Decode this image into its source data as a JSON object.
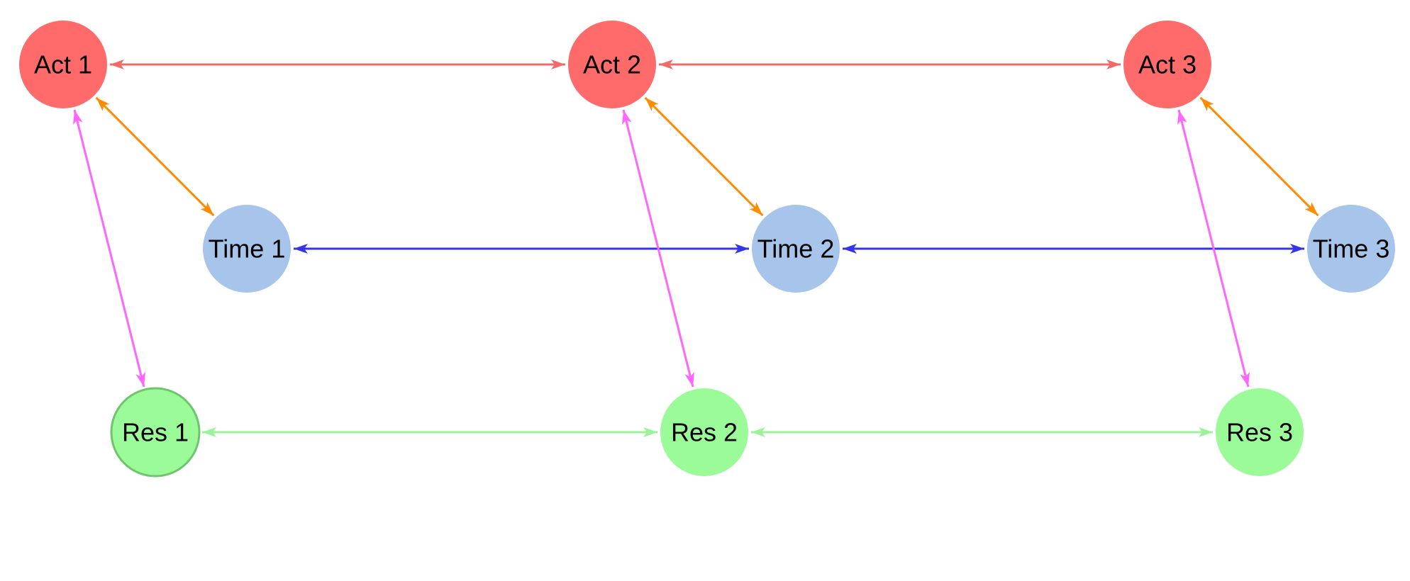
{
  "diagram": {
    "nodes": [
      {
        "id": "act1",
        "label": "Act 1",
        "group": "activity"
      },
      {
        "id": "act2",
        "label": "Act 2",
        "group": "activity"
      },
      {
        "id": "act3",
        "label": "Act 3",
        "group": "activity"
      },
      {
        "id": "time1",
        "label": "Time 1",
        "group": "time"
      },
      {
        "id": "time2",
        "label": "Time 2",
        "group": "time"
      },
      {
        "id": "time3",
        "label": "Time 3",
        "group": "time"
      },
      {
        "id": "res1",
        "label": "Res 1",
        "group": "resource"
      },
      {
        "id": "res2",
        "label": "Res 2",
        "group": "resource"
      },
      {
        "id": "res3",
        "label": "Res 3",
        "group": "resource"
      }
    ],
    "edges": [
      {
        "from": "act1",
        "to": "act2",
        "kind": "act-act"
      },
      {
        "from": "act2",
        "to": "act3",
        "kind": "act-act"
      },
      {
        "from": "time1",
        "to": "time2",
        "kind": "time-time"
      },
      {
        "from": "time2",
        "to": "time3",
        "kind": "time-time"
      },
      {
        "from": "res1",
        "to": "res2",
        "kind": "res-res"
      },
      {
        "from": "res2",
        "to": "res3",
        "kind": "res-res"
      },
      {
        "from": "act1",
        "to": "time1",
        "kind": "act-time"
      },
      {
        "from": "act2",
        "to": "time2",
        "kind": "act-time"
      },
      {
        "from": "act3",
        "to": "time3",
        "kind": "act-time"
      },
      {
        "from": "act1",
        "to": "res1",
        "kind": "act-res"
      },
      {
        "from": "act2",
        "to": "res2",
        "kind": "act-res"
      },
      {
        "from": "act3",
        "to": "res3",
        "kind": "act-res"
      }
    ]
  },
  "colors": {
    "node_activity": "#FF6B6B",
    "node_time": "#A7C4EA",
    "node_resource": "#9BFB99",
    "node_resource_selected_border": "#6FC56D",
    "edge_act_act": "#F06A6A",
    "edge_time_time": "#3535E8",
    "edge_res_res": "#9CF29A",
    "edge_act_time": "#FF8C00",
    "edge_act_res": "#FF66FF"
  }
}
